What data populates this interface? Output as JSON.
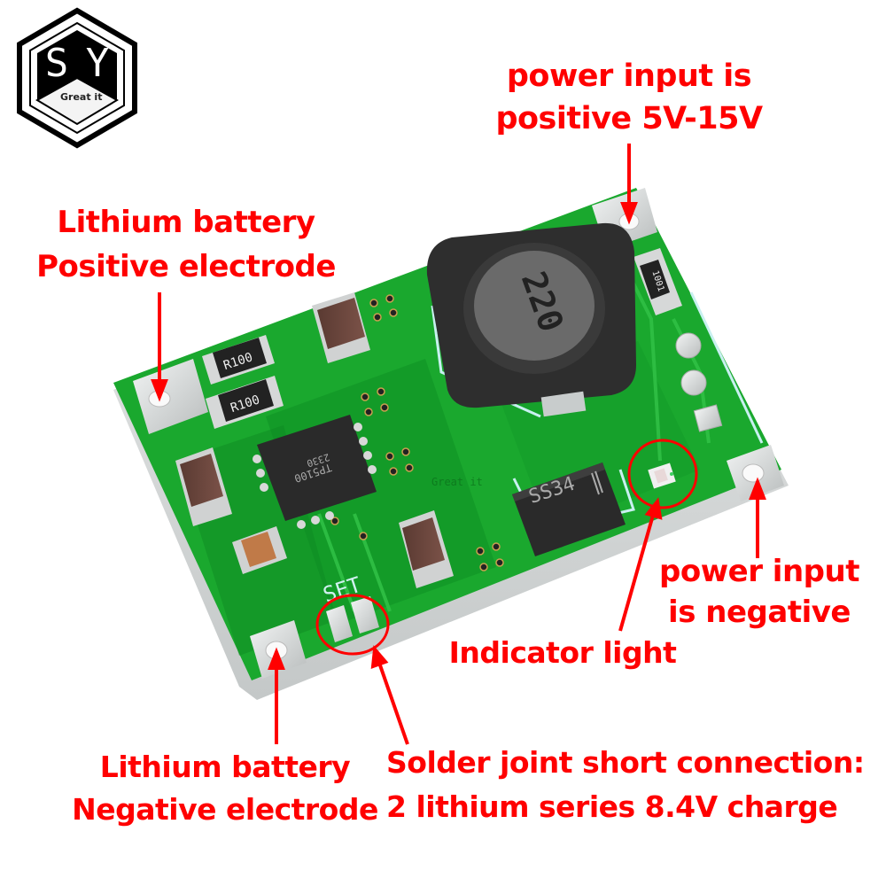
{
  "logo": {
    "letters": "SY",
    "letter_s": "S",
    "letter_y": "Y",
    "tagline": "Great it"
  },
  "annotations": {
    "power_input_positive": {
      "line1": "power input is",
      "line2": "positive 5V-15V"
    },
    "battery_positive": {
      "line1": "Lithium battery",
      "line2": "Positive electrode"
    },
    "power_input_negative": {
      "line1": "power input",
      "line2": "is negative"
    },
    "indicator_light": {
      "line1": "Indicator light"
    },
    "battery_negative": {
      "line1": "Lithium battery",
      "line2": "Negative electrode"
    },
    "solder_joint": {
      "line1": "Solder joint short connection:",
      "line2": "2 lithium series 8.4V charge"
    }
  },
  "board": {
    "ic_marking_line1": "TP5100",
    "ic_marking_line2": "2330",
    "inductor_marking": "220",
    "diode_marking": "SS34",
    "resistor_1": "R100",
    "resistor_2": "R100",
    "resistor_3": "1001",
    "silkscreen_set": "SET",
    "watermark": "Great it"
  },
  "colors": {
    "annotation": "#ff0000",
    "pcb_green": "#1aa82e",
    "pcb_dark_green": "#0d7a1e",
    "pad_silver": "#d8dcdc",
    "component_black": "#2a2a2a"
  }
}
